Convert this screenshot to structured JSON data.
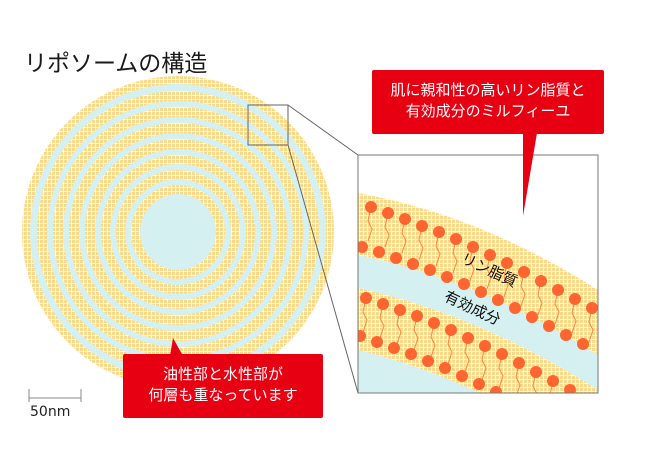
{
  "title": "リポソームの構造",
  "callouts": {
    "top": {
      "line1": "肌に親和性の高いリン脂質と",
      "line2": "有効成分のミルフィーユ"
    },
    "bottom": {
      "line1": "油性部と水性部が",
      "line2": "何層も重なっています"
    }
  },
  "detail_labels": {
    "lipid_layer": "リン脂質",
    "active_layer": "有効成分"
  },
  "scale_bar": {
    "label": "50nm"
  },
  "colors": {
    "callout_red": "#e60012",
    "oil_orange": "#f5b940",
    "water_cyan": "#d4f0f0",
    "phospholipid_head": "#ff6530",
    "outline_gray": "#777777"
  }
}
